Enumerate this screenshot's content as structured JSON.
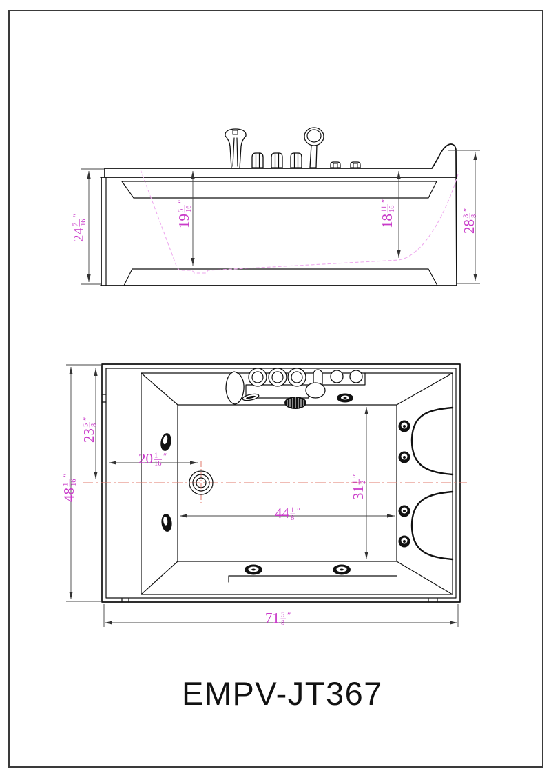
{
  "page": {
    "title": "EMPV-JT367"
  },
  "colors": {
    "dimension_text": "#c93ac9",
    "centerline_red": "#e0796b",
    "basin_profile_pink": "#eeaaee",
    "drawing_line": "#111111"
  },
  "views": {
    "side": {
      "label": "side-elevation-view",
      "dimensions": {
        "height_front": {
          "whole": "24",
          "num": "7",
          "den": "16",
          "unit": "″"
        },
        "depth_front": {
          "whole": "19",
          "num": "5",
          "den": "16",
          "unit": "″"
        },
        "depth_back": {
          "whole": "18",
          "num": "11",
          "den": "16",
          "unit": "″"
        },
        "height_back": {
          "whole": "28",
          "num": "3",
          "den": "8",
          "unit": "″"
        }
      }
    },
    "plan": {
      "label": "top-plan-view",
      "dimensions": {
        "overall_width": {
          "whole": "48",
          "num": "1",
          "den": "16",
          "unit": "″"
        },
        "rim_to_center": {
          "whole": "23",
          "num": "5",
          "den": "8",
          "unit": "″"
        },
        "drain_offset": {
          "whole": "20",
          "num": "1",
          "den": "16",
          "unit": "″"
        },
        "basin_width": {
          "whole": "31",
          "num": "1",
          "den": "2",
          "unit": "″"
        },
        "basin_length": {
          "whole": "44",
          "num": "1",
          "den": "8",
          "unit": "″"
        },
        "overall_length": {
          "whole": "71",
          "num": "5",
          "den": "8",
          "unit": "″"
        }
      }
    }
  }
}
